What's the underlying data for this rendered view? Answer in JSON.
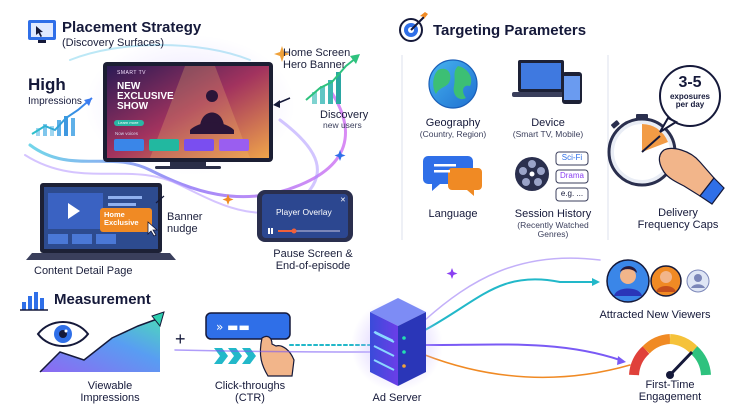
{
  "placement": {
    "title": "Placement Strategy",
    "subtitle": "(Discovery Surfaces)",
    "high": "High",
    "impressions": "Impressions",
    "tv": {
      "brand": "SMART TV",
      "headline": [
        "NEW",
        "EXCLUSIVE",
        "SHOW"
      ],
      "cta": "Learn more",
      "row_label": "Now voices"
    },
    "hero_banner": [
      "Home Screen",
      "Hero Banner"
    ],
    "discovery": "Discovery",
    "new_users": "new users",
    "laptop_badge": [
      "Home",
      "Exclusive"
    ],
    "banner_nudge": [
      "Banner",
      "nudge"
    ],
    "content_detail": "Content Detail Page",
    "player_overlay": "Player Overlay",
    "pause_screen": [
      "Pause Screen &",
      "End-of-episode"
    ]
  },
  "targeting": {
    "title": "Targeting Parameters",
    "geography": "Geography",
    "geography_sub": "(Country, Region)",
    "device": "Device",
    "device_sub": "(Smart TV, Mobile)",
    "language": "Language",
    "session": "Session History",
    "session_sub": [
      "(Recently Watched",
      "Genres)"
    ],
    "genres": [
      "Sci-Fi",
      "Drama",
      "e.g. ..."
    ],
    "cap_value": "3-5",
    "cap_unit": [
      "exposures",
      "per day"
    ],
    "frequency": [
      "Delivery",
      "Frequency Caps"
    ]
  },
  "measurement": {
    "title": "Measurement",
    "plus": "+",
    "viewable": [
      "Viewable",
      "Impressions"
    ],
    "clicks": [
      "Click-throughs",
      "(CTR)"
    ],
    "ad_server": "Ad Server",
    "attracted": "Attracted New Viewers",
    "engagement": [
      "First-Time",
      "Engagement"
    ]
  },
  "colors": {
    "navy": "#15193a",
    "blue": "#2f6fe8",
    "purple": "#8a3ff2",
    "teal": "#22b8c9",
    "orange": "#f08a24",
    "green": "#2ec27e",
    "pink": "#e05aa8"
  }
}
